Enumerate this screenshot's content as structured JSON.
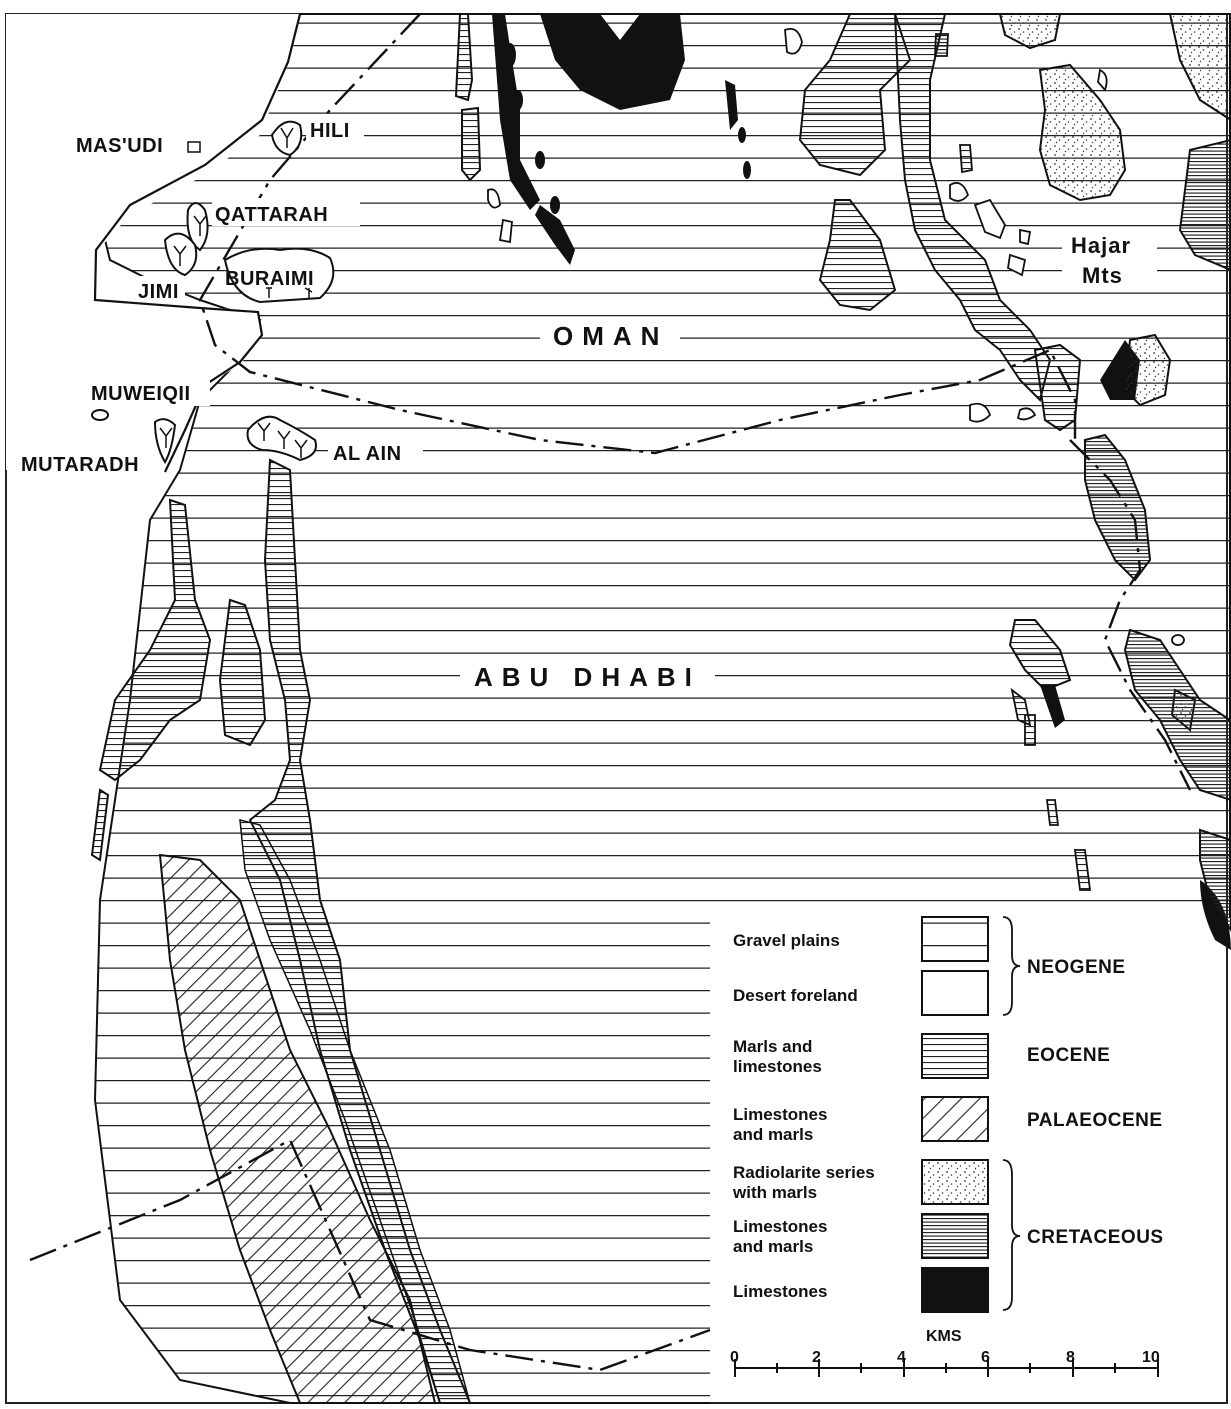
{
  "places": {
    "masudi": "MAS'UDI",
    "hili": "HILI",
    "qattarah": "QATTARAH",
    "jimi": "JIMI",
    "buraimi": "BURAIMI",
    "muweiqii": "MUWEIQII",
    "mutaradh": "MUTARADH",
    "al_ain": "AL AIN"
  },
  "regions": {
    "oman": "OMAN",
    "abu_dhabi": "ABU DHABI",
    "hajar_line1": "Hajar",
    "hajar_line2": "Mts"
  },
  "legend": {
    "items": [
      {
        "lines": [
          "Gravel plains"
        ],
        "pattern": "wide-horizontal"
      },
      {
        "lines": [
          "Desert foreland"
        ],
        "pattern": "blank"
      },
      {
        "lines": [
          "Marls and",
          "limestones"
        ],
        "pattern": "horizontal-lines"
      },
      {
        "lines": [
          "Limestones",
          "and marls"
        ],
        "pattern": "diagonal-hatch"
      },
      {
        "lines": [
          "Radiolarite series",
          "with marls"
        ],
        "pattern": "stipple"
      },
      {
        "lines": [
          "Limestones",
          "and marls"
        ],
        "pattern": "dense-horizontal"
      },
      {
        "lines": [
          "Limestones"
        ],
        "pattern": "solid-black"
      }
    ],
    "ages": {
      "neogene": "NEOGENE",
      "eocene": "EOCENE",
      "palaeocene": "PALAEOCENE",
      "cretaceous": "CRETACEOUS"
    }
  },
  "scale": {
    "unit": "KMS",
    "ticks": [
      "0",
      "2",
      "4",
      "6",
      "8",
      "10"
    ]
  },
  "colors": {
    "ink": "#111111",
    "paper": "#ffffff"
  }
}
